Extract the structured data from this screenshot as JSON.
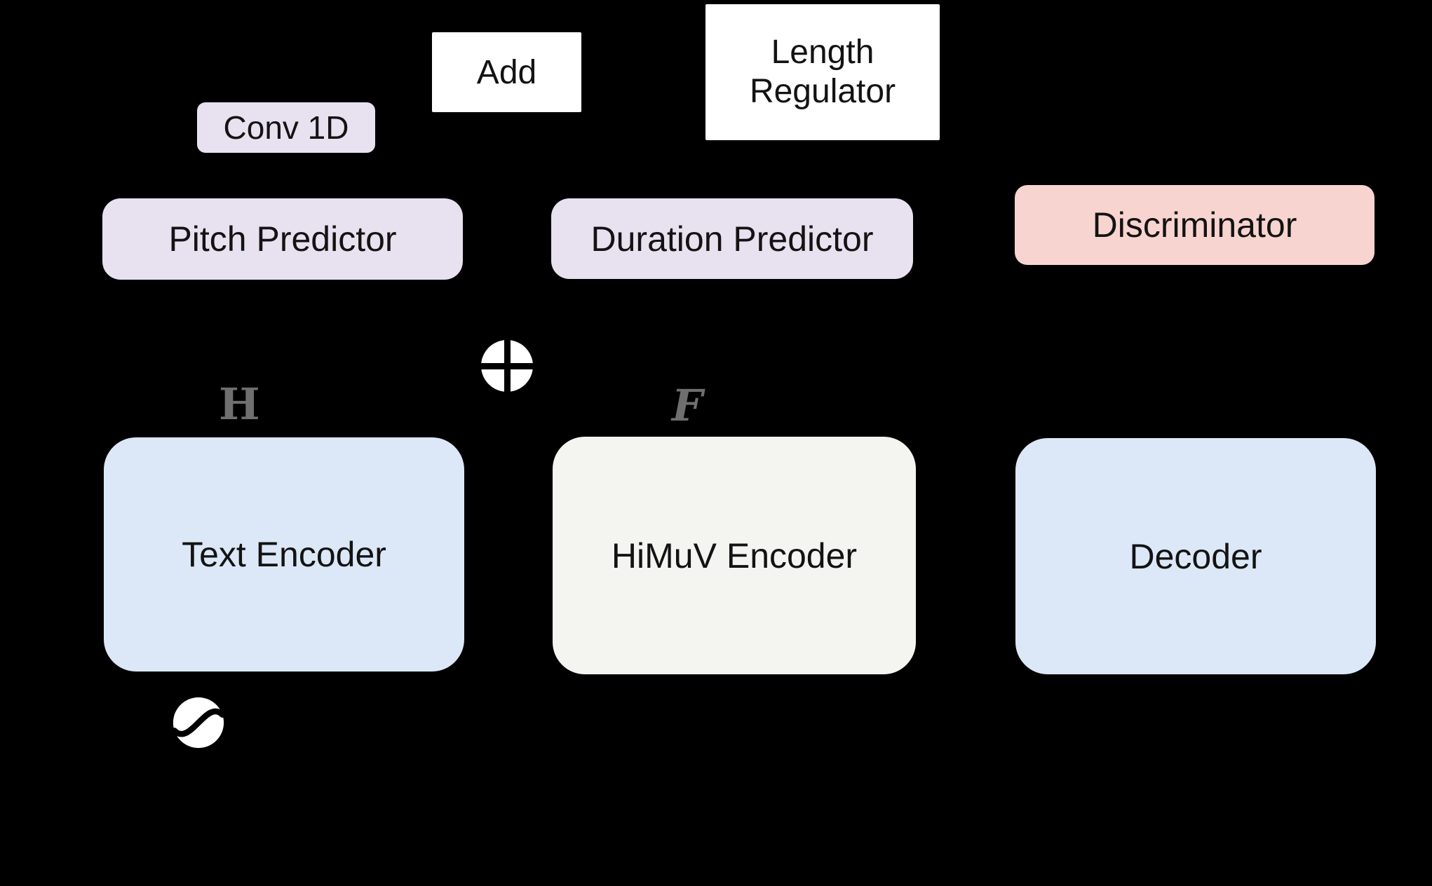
{
  "diagram": {
    "background_color": "#000000",
    "nodes": {
      "add": {
        "label": "Add",
        "fill": "#ffffff"
      },
      "length_regulator": {
        "label": "Length Regulator",
        "fill": "#ffffff"
      },
      "conv1d": {
        "label": "Conv 1D",
        "fill": "#e8e1f0"
      },
      "pitch_predictor": {
        "label": "Pitch Predictor",
        "fill": "#e8e1f0"
      },
      "duration_predictor": {
        "label": "Duration Predictor",
        "fill": "#e8e1f0"
      },
      "discriminator": {
        "label": "Discriminator",
        "fill": "#f8d4d0"
      },
      "text_encoder": {
        "label": "Text Encoder",
        "fill": "#dce8f7"
      },
      "himuv_encoder": {
        "label": "HiMuV Encoder",
        "fill": "#f4f5f0"
      },
      "decoder": {
        "label": "Decoder",
        "fill": "#dce8f7"
      }
    },
    "symbols": {
      "hidden_text_glyph": "H",
      "hidden_feature_glyph": "F",
      "glyph_color": "#6f6f6f",
      "adder_icon": "plus-circle-icon",
      "waveform_icon": "waveform-icon"
    },
    "text_color": "#131313"
  }
}
